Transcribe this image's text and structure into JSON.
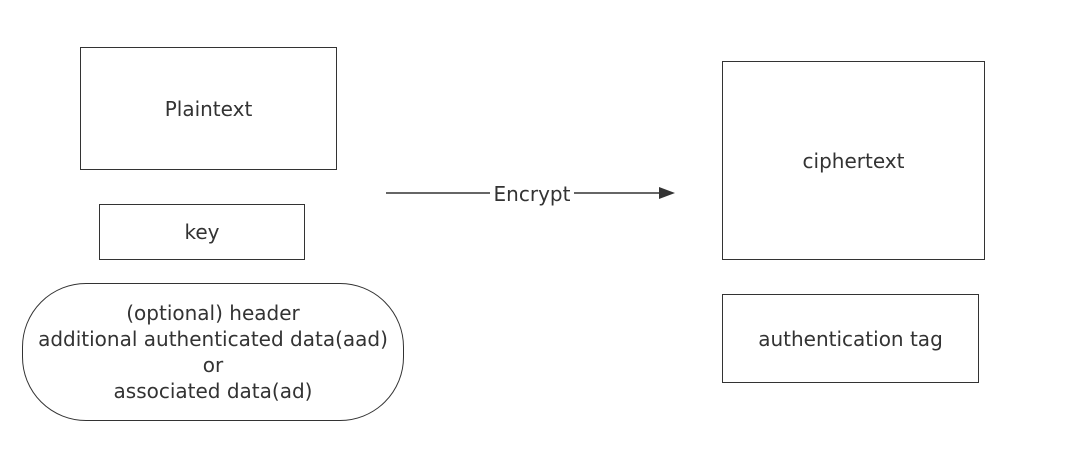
{
  "diagram": {
    "nodes": {
      "plaintext": {
        "label": "Plaintext"
      },
      "key": {
        "label": "key"
      },
      "header": {
        "lines": [
          "(optional) header",
          "additional authenticated data(aad)",
          "or",
          "associated data(ad)"
        ]
      },
      "ciphertext": {
        "label": "ciphertext"
      },
      "authentication_tag": {
        "label": "authentication tag"
      }
    },
    "edges": {
      "encrypt": {
        "label": "Encrypt"
      }
    },
    "colors": {
      "stroke": "#333333",
      "text": "#333333",
      "background": "#ffffff"
    }
  }
}
